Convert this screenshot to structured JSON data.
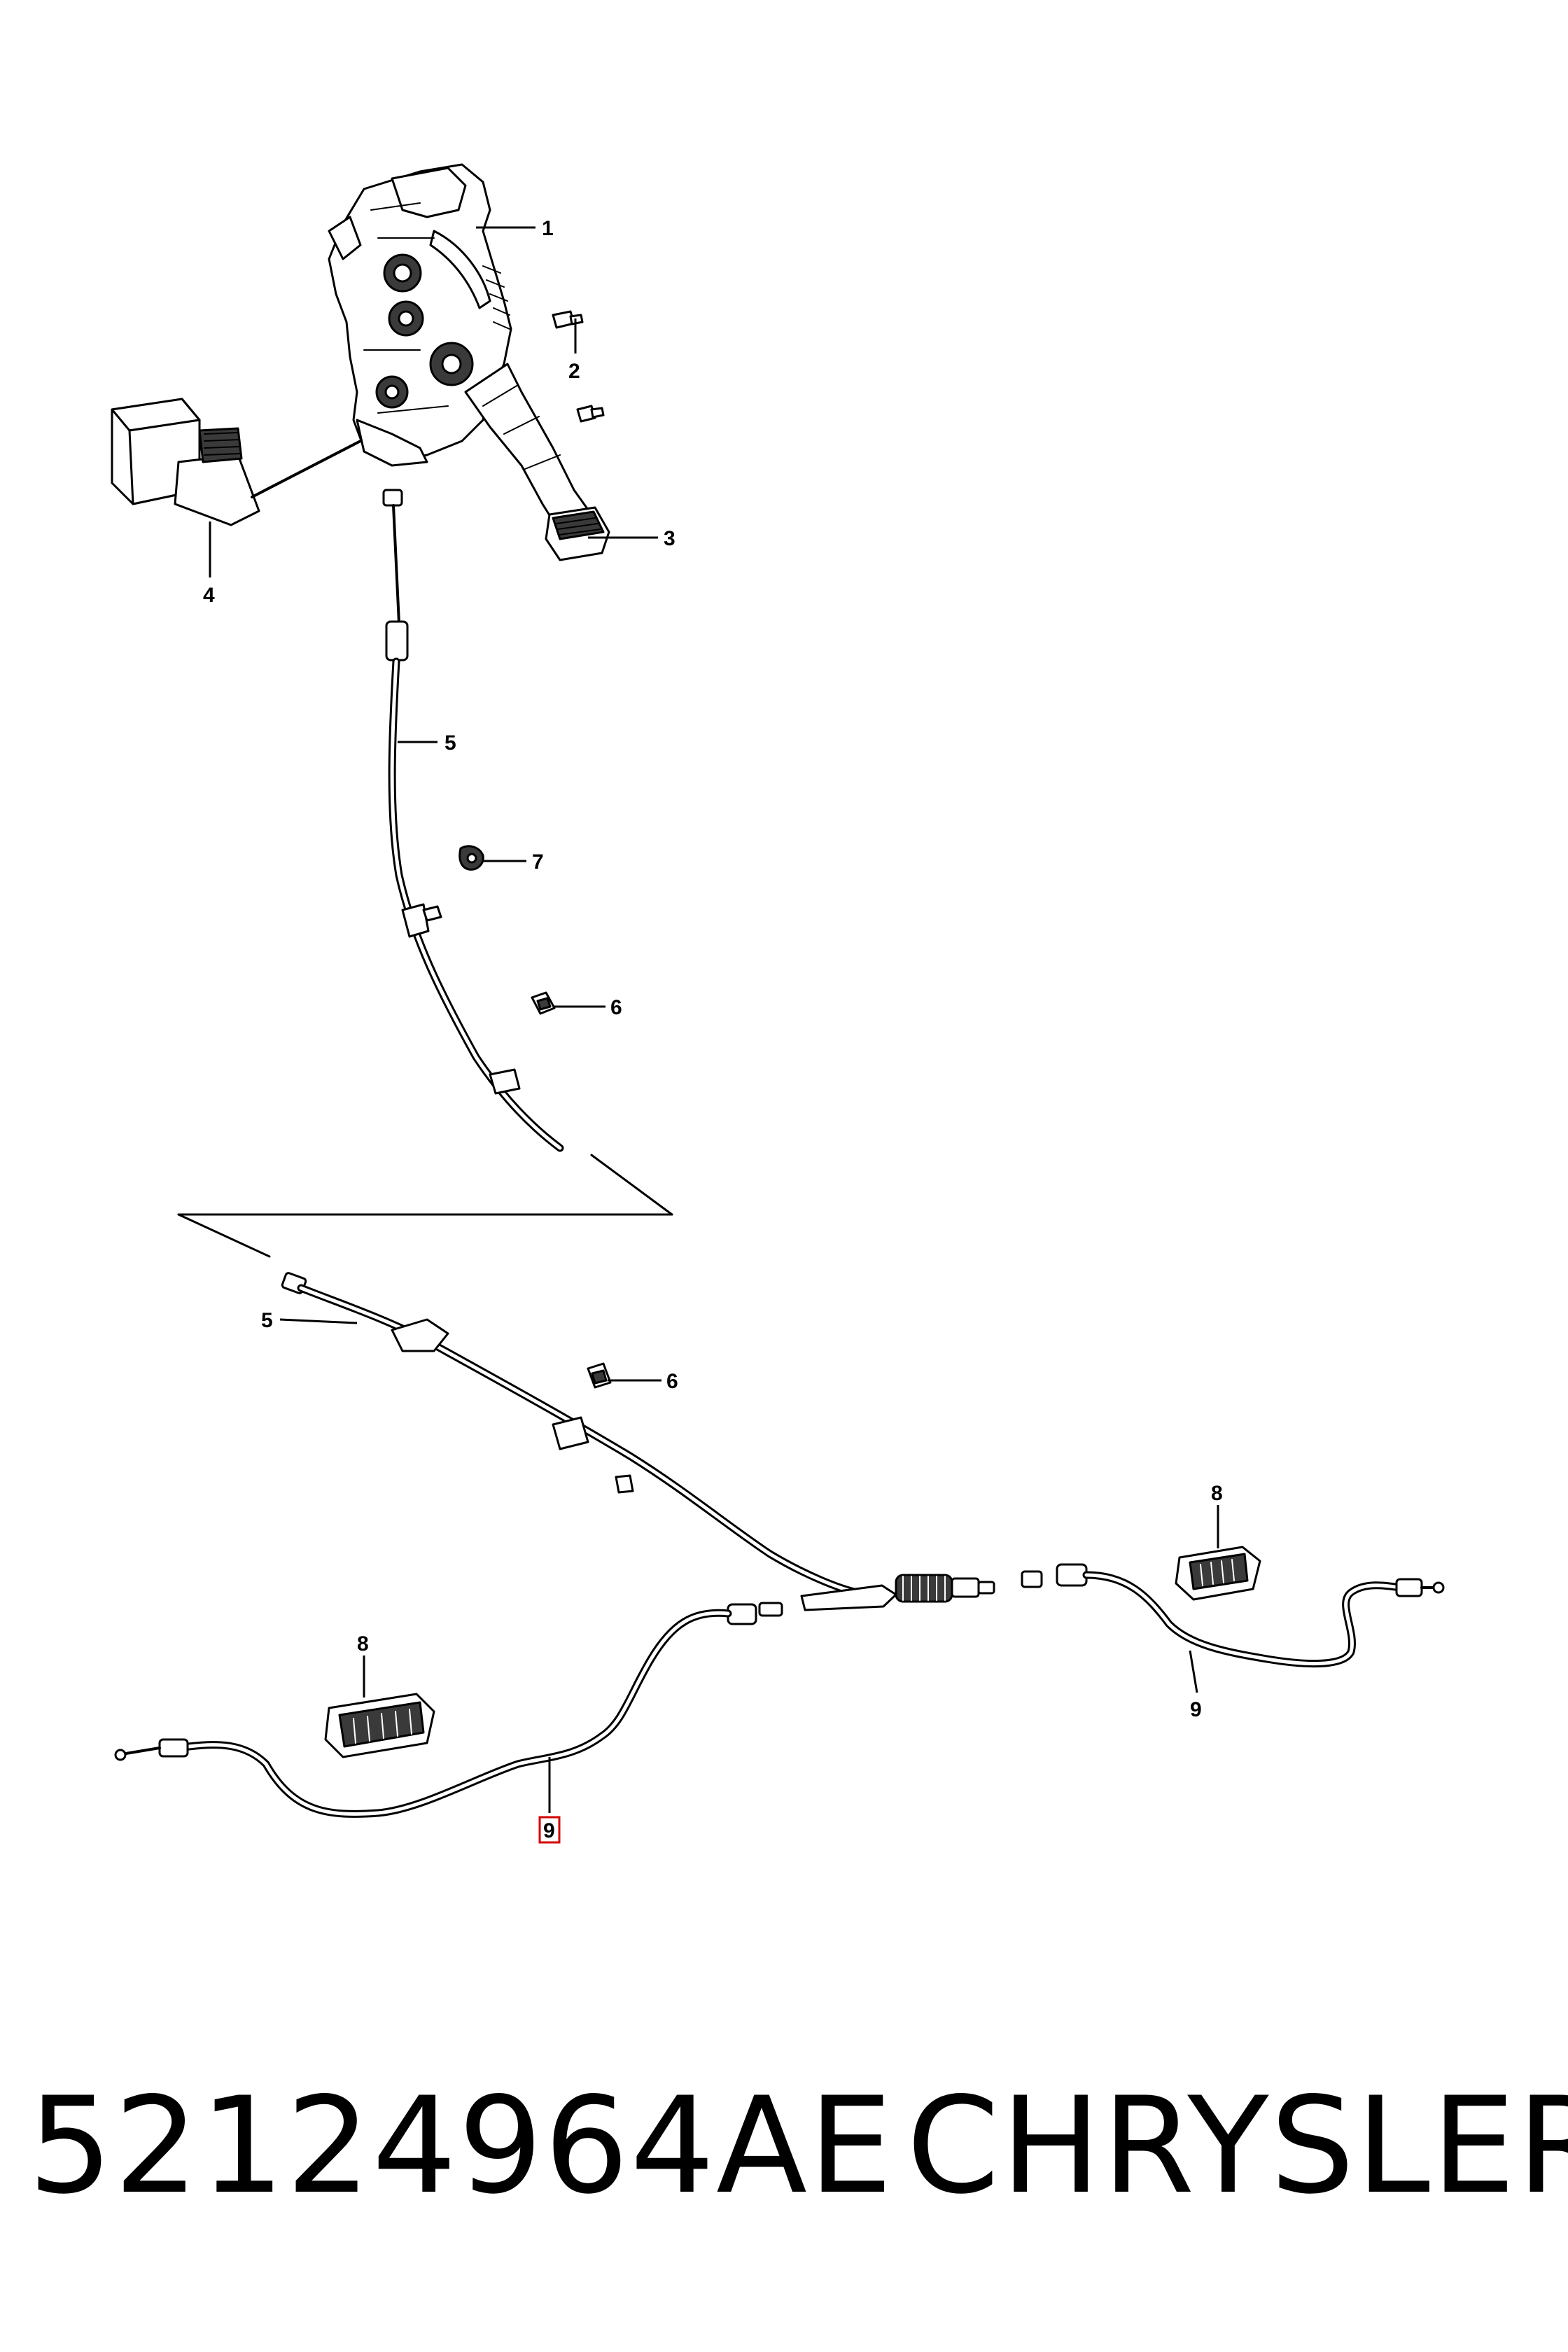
{
  "diagram": {
    "callouts": {
      "c1": "1",
      "c2": "2",
      "c3": "3",
      "c4": "4",
      "c5a": "5",
      "c7": "7",
      "c6a": "6",
      "c5b": "5",
      "c6b": "6",
      "c8a": "8",
      "c8b": "8",
      "c9a": "9",
      "c9b": "9"
    },
    "highlight_color": "#d40000"
  },
  "footer": {
    "part_number": "52124964AE",
    "brand": "CHRYSLER"
  }
}
